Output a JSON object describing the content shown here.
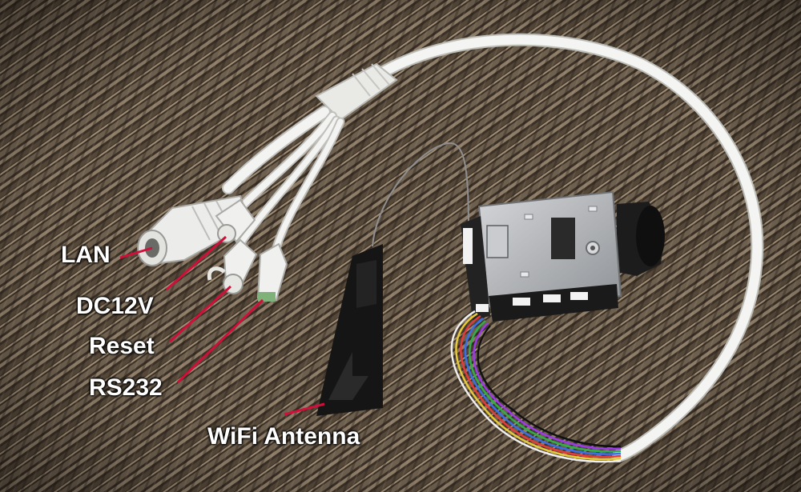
{
  "labels": {
    "lan": "LAN",
    "dc12v": "DC12V",
    "reset": "Reset",
    "rs232": "RS232",
    "wifi_antenna": "WiFi Antenna"
  },
  "colors": {
    "carpet_dark": "#2f2720",
    "carpet_light": "#8a7a66",
    "cable_white": "#f2f2f0",
    "leader_line": "#d0103a",
    "label_text": "#ffffff",
    "camera_metal": "#b9bcc0",
    "pcb_dark": "#1e1e1e",
    "antenna_black": "#151515"
  }
}
